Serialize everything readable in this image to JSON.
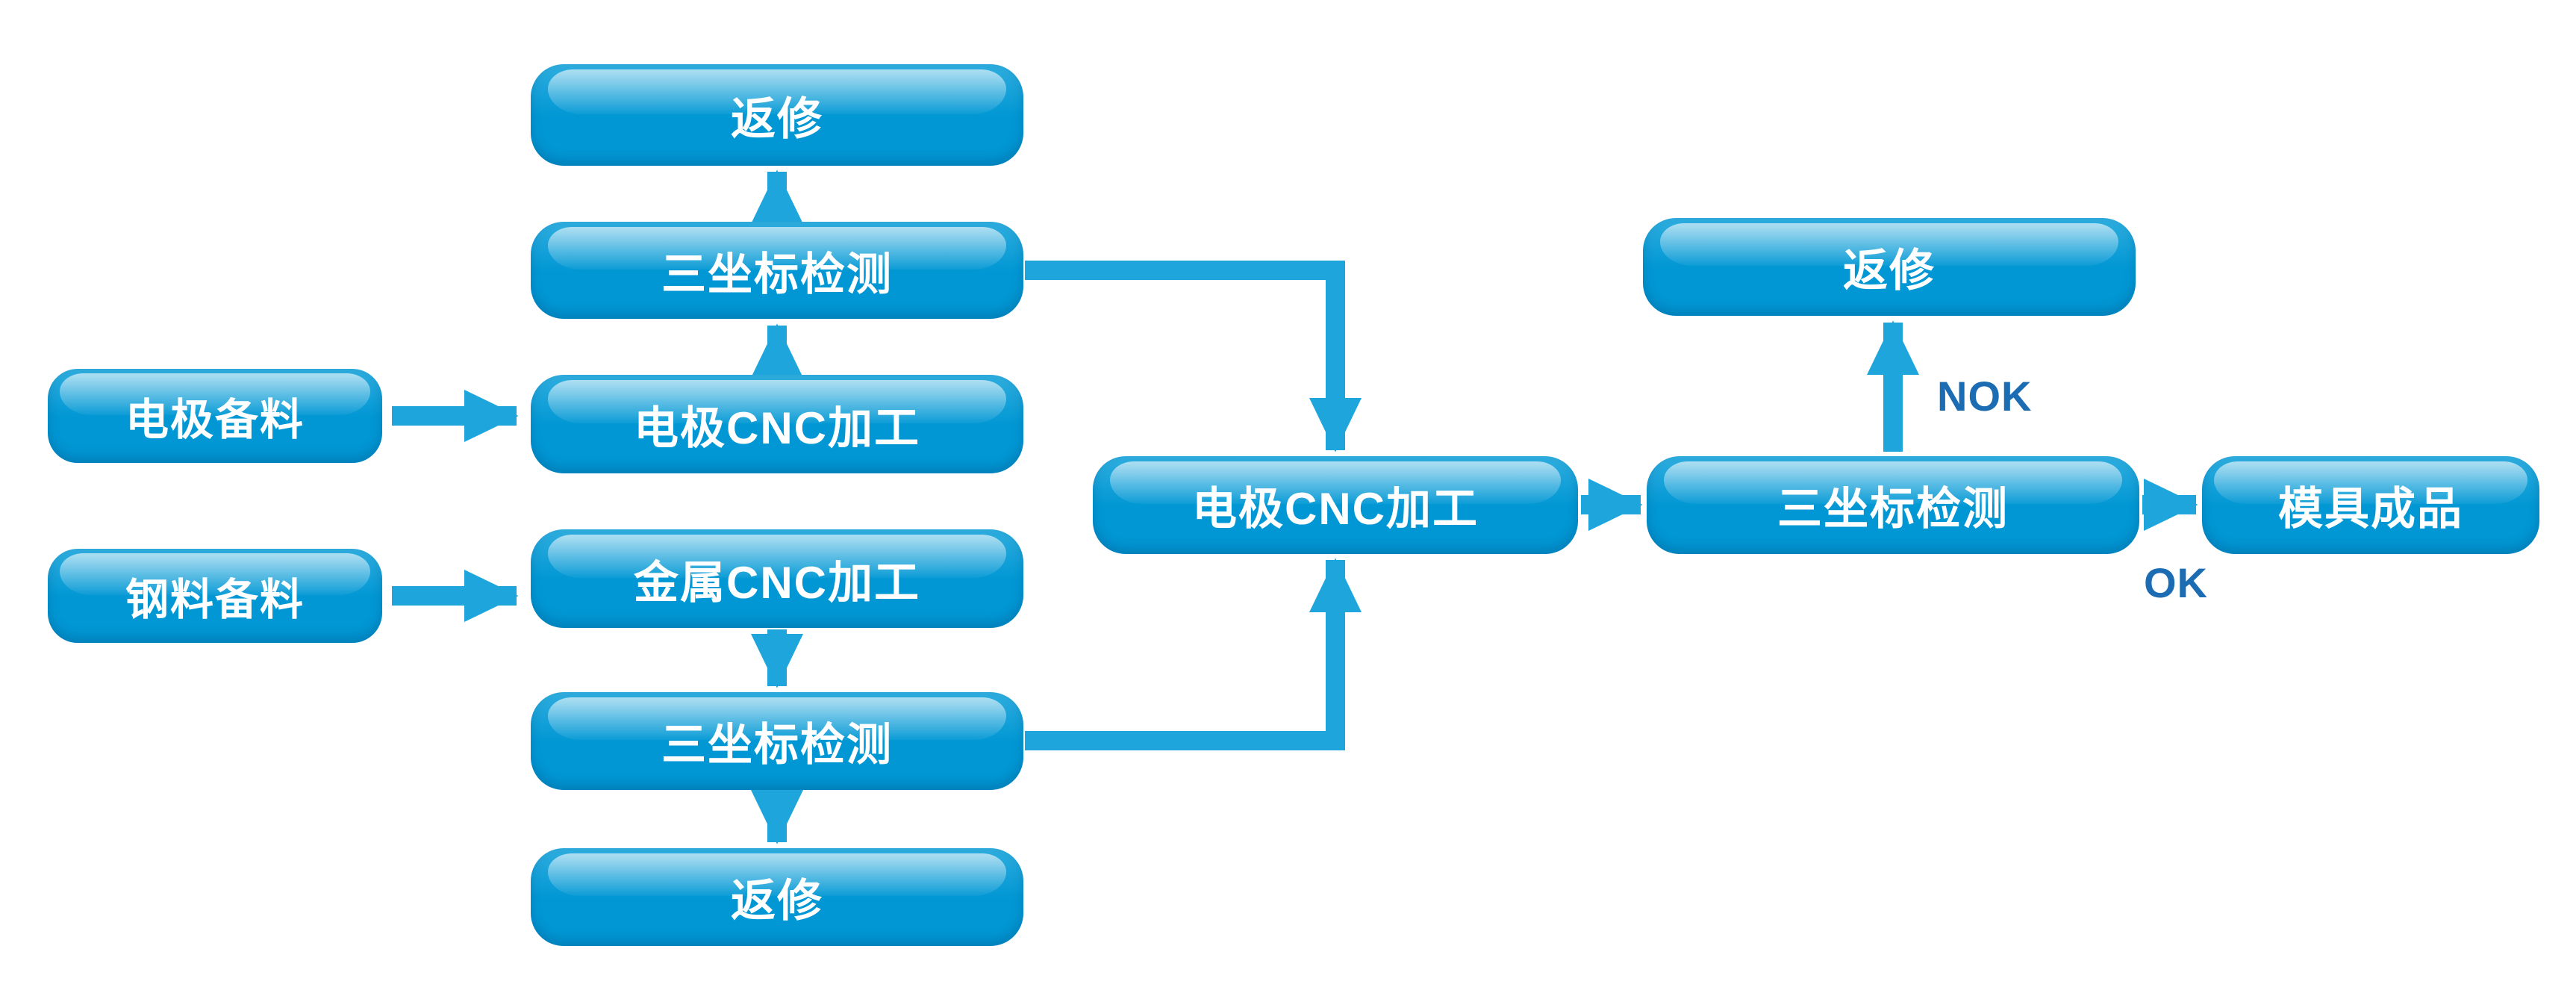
{
  "diagram": {
    "colors": {
      "box": "#0097d4",
      "box_top": "#2fadde",
      "arrow": "#1ea6dc",
      "flow_label": "#1b6cb3",
      "text": "#ffffff"
    },
    "nodes": {
      "electrode_prep": {
        "label": "电极备料"
      },
      "steel_prep": {
        "label": "钢料备料"
      },
      "rework_top": {
        "label": "返修"
      },
      "cmm_upper": {
        "label": "三坐标检测"
      },
      "electrode_cnc": {
        "label": "电极CNC加工"
      },
      "metal_cnc": {
        "label": "金属CNC加工"
      },
      "cmm_lower": {
        "label": "三坐标检测"
      },
      "rework_bottom": {
        "label": "返修"
      },
      "electrode_cnc_center": {
        "label": "电极CNC加工"
      },
      "rework_right": {
        "label": "返修"
      },
      "cmm_right": {
        "label": "三坐标检测"
      },
      "mold_finished": {
        "label": "模具成品"
      }
    },
    "labels": {
      "nok": "NOK",
      "ok": "OK"
    },
    "edges": [
      {
        "from": "electrode_prep",
        "to": "electrode_cnc"
      },
      {
        "from": "steel_prep",
        "to": "metal_cnc"
      },
      {
        "from": "electrode_cnc",
        "to": "cmm_upper"
      },
      {
        "from": "cmm_upper",
        "to": "rework_top"
      },
      {
        "from": "cmm_upper",
        "to": "electrode_cnc_center"
      },
      {
        "from": "metal_cnc",
        "to": "cmm_lower"
      },
      {
        "from": "cmm_lower",
        "to": "rework_bottom"
      },
      {
        "from": "cmm_lower",
        "to": "electrode_cnc_center"
      },
      {
        "from": "electrode_cnc_center",
        "to": "cmm_right"
      },
      {
        "from": "cmm_right",
        "to": "rework_right",
        "label": "NOK"
      },
      {
        "from": "cmm_right",
        "to": "mold_finished",
        "label": "OK"
      }
    ]
  }
}
